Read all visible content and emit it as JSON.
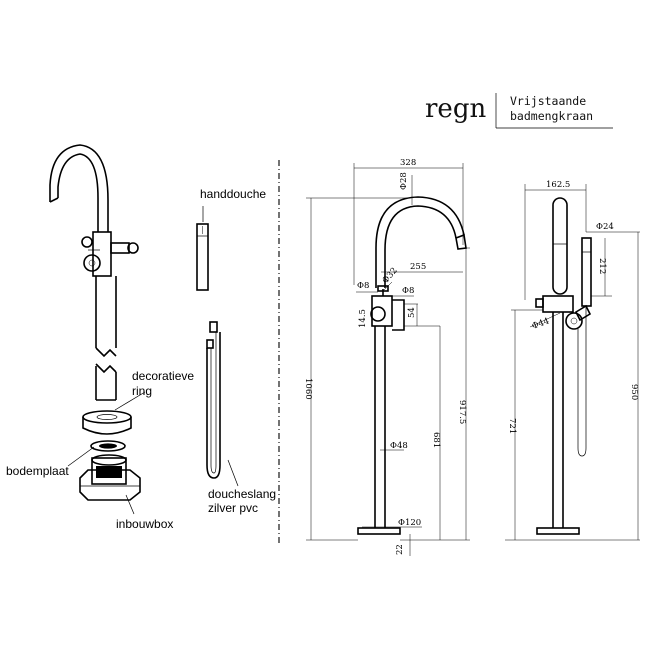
{
  "header": {
    "brand": "regn",
    "title_line1": "Vrijstaande",
    "title_line2": "badmengkraan"
  },
  "labels": {
    "handdouche": "handdouche",
    "decoratieve1": "decoratieve",
    "decoratieve2": "ring",
    "bodemplaat": "bodemplaat",
    "inbouwbox": "inbouwbox",
    "doucheslang1": "doucheslang",
    "doucheslang2": "zilver pvc"
  },
  "front_dims": {
    "width_top": "328",
    "d28": "Φ28",
    "reach": "255",
    "d8a": "Φ8",
    "d32": "Φ32",
    "d8b": "Φ8",
    "h145": "14.5",
    "h54": "54",
    "h1060": "1060",
    "h9175": "917.5",
    "h681": "681",
    "d48": "Φ48",
    "d120": "Φ120",
    "h22": "22"
  },
  "side_dims": {
    "w1625": "162.5",
    "d24": "Φ24",
    "h212": "212",
    "d44": "Φ44",
    "h950": "950",
    "h721": "721"
  }
}
